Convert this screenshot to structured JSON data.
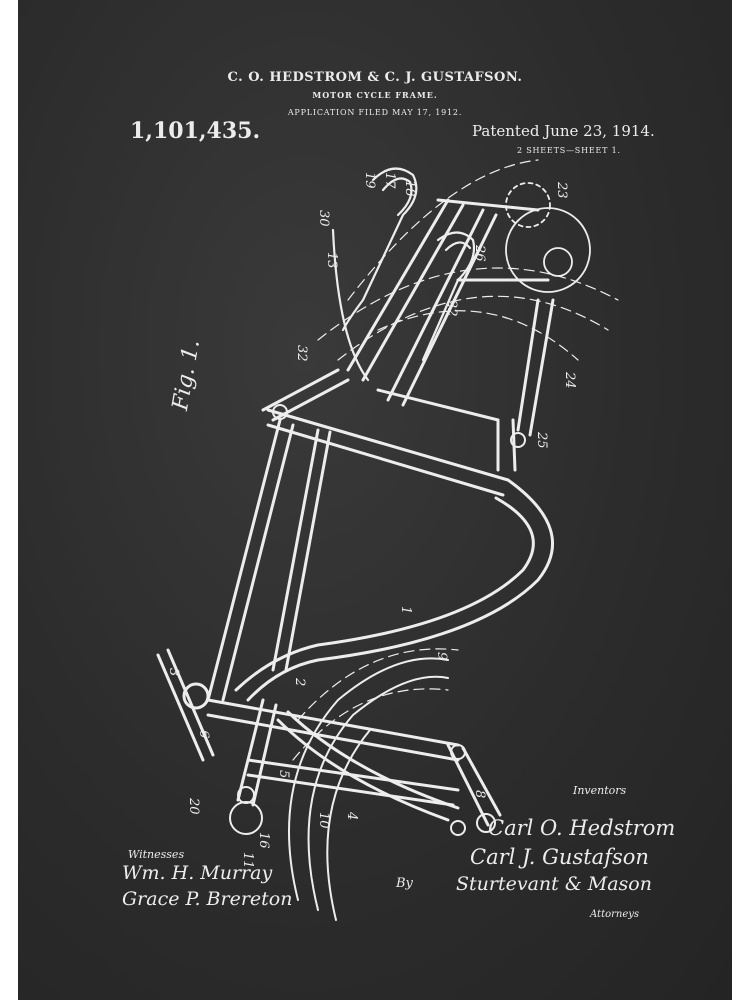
{
  "header": {
    "inventors": "C. O. HEDSTROM & C. J. GUSTAFSON.",
    "title": "MOTOR CYCLE FRAME.",
    "filed": "APPLICATION FILED MAY 17, 1912.",
    "patent_number": "1,101,435.",
    "patent_date": "Patented June 23, 1914.",
    "sheet_info": "2 SHEETS—SHEET 1."
  },
  "figure": {
    "label": "Fig. 1."
  },
  "reference_numerals": [
    "19",
    "17",
    "18",
    "30",
    "13",
    "26",
    "23",
    "22",
    "24",
    "25",
    "32",
    "1",
    "2",
    "3",
    "4",
    "5",
    "6",
    "8",
    "9",
    "10",
    "11",
    "16",
    "20"
  ],
  "signatures": {
    "inventors_label": "Inventors",
    "inventor_1": "Carl O. Hedstrom",
    "inventor_2": "Carl J. Gustafson",
    "witnesses_label": "Witnesses",
    "witness_1": "Wm. H. Murray",
    "witness_2": "Grace P. Brereton",
    "by_label": "By",
    "attorney": "Sturtevant & Mason",
    "attorneys_label": "Attorneys"
  },
  "colors": {
    "board": "#2c2c2c",
    "chalk": "#ececec",
    "frame": "#ffffff"
  }
}
